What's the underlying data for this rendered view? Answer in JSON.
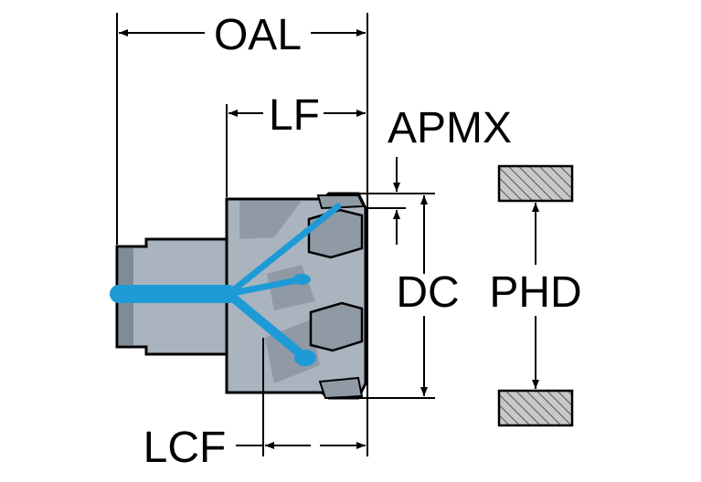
{
  "labels": {
    "oal": "OAL",
    "lf": "LF",
    "apmx": "APMX",
    "dc": "DC",
    "phd": "PHD",
    "lcf": "LCF"
  },
  "colors": {
    "tool_body": "#a9b4bf",
    "tool_shadow": "#7f8b96",
    "insert": "#8f9aa5",
    "coolant": "#1e9ad6",
    "outline": "#000000",
    "hatch_fill": "#c8c8c8",
    "hatch_line": "#555555"
  }
}
